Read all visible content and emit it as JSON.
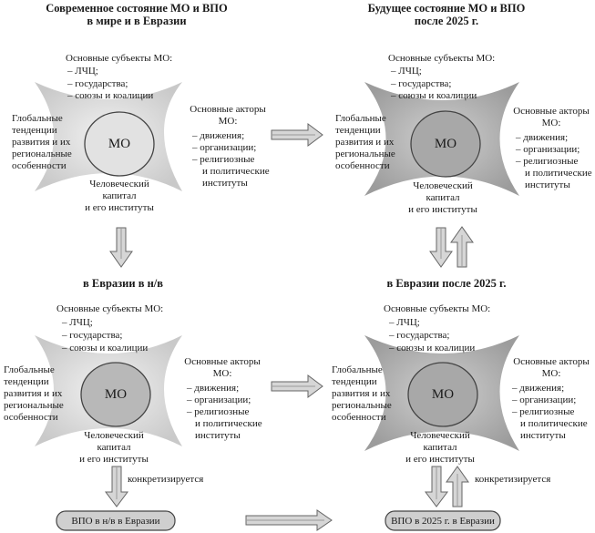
{
  "headings": {
    "top_left_1": "Современное состояние МО и ВПО",
    "top_left_2": "в мире и в Евразии",
    "top_right_1": "Будущее состояние МО и ВПО",
    "top_right_2": "после 2025 г.",
    "mid_left": "в Евразии в н/в",
    "mid_right": "в Евразии после 2025 г."
  },
  "diagram": {
    "center": "МО",
    "subjects_title": "Основные субъекты МО:",
    "subjects": [
      "– ЛЧЦ;",
      "– государства;",
      "– союзы и коалиции"
    ],
    "trends": [
      "Глобальные",
      "тенденции",
      "развития и их",
      "региональные",
      "особенности"
    ],
    "actors_title": [
      "Основные акторы",
      "МО:"
    ],
    "actors": [
      "– движения;",
      "– организации;",
      "– религиозные",
      "и политические",
      "институты"
    ],
    "capital": [
      "Человеческий",
      "капитал",
      "и его институты"
    ]
  },
  "links": {
    "concretizes": "конкретизируется"
  },
  "boxes": {
    "left": "ВПО в н/в в Евразии",
    "right": "ВПО в 2025 г. в Евразии"
  },
  "colors": {
    "star_light": "#d9d9d9",
    "star_dark": "#b3b3b3",
    "circle_light": "#e2e2e2",
    "circle_dark": "#a8a8a8",
    "arrow": "#9a9a9a",
    "outline": "#444444"
  }
}
